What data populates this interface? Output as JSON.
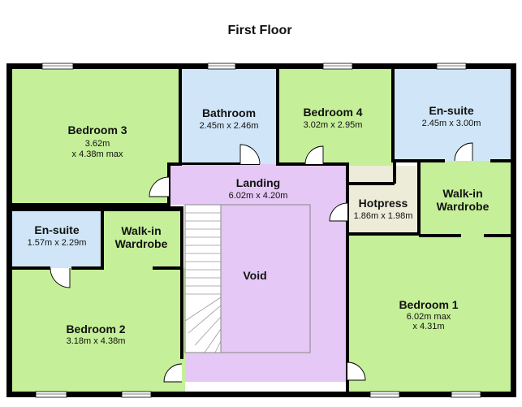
{
  "title": "First Floor",
  "rooms": {
    "bedroom3": {
      "name": "Bedroom 3",
      "dims": [
        "3.62m",
        "x 4.38m max"
      ]
    },
    "bathroom": {
      "name": "Bathroom",
      "dims": [
        "2.45m x 2.46m"
      ]
    },
    "bedroom4": {
      "name": "Bedroom 4",
      "dims": [
        "3.02m x 2.95m"
      ]
    },
    "ensuite1": {
      "name": "En-suite",
      "dims": [
        "2.45m x 3.00m"
      ]
    },
    "landing": {
      "name": "Landing",
      "dims": [
        "6.02m x 4.20m"
      ]
    },
    "hotpress": {
      "name": "Hotpress",
      "dims": [
        "1.86m x 1.98m"
      ]
    },
    "walkin1": {
      "name": [
        "Walk-in",
        "Wardrobe"
      ]
    },
    "ensuite2": {
      "name": "En-suite",
      "dims": [
        "1.57m x 2.29m"
      ]
    },
    "walkin2": {
      "name": [
        "Walk-in",
        "Wardrobe"
      ]
    },
    "void": {
      "name": "Void"
    },
    "bedroom2": {
      "name": "Bedroom 2",
      "dims": [
        "3.18m x 4.38m"
      ]
    },
    "bedroom1": {
      "name": "Bedroom 1",
      "dims": [
        "6.02m max",
        "x 4.31m"
      ]
    }
  },
  "colors": {
    "bedroom": "#c5ef98",
    "wet": "#d0e6f8",
    "landing": "#e5c8f5",
    "hotpress": "#ececd8",
    "void": "#e5c8f5",
    "wall": "#000000",
    "stair": "#ffffff"
  }
}
